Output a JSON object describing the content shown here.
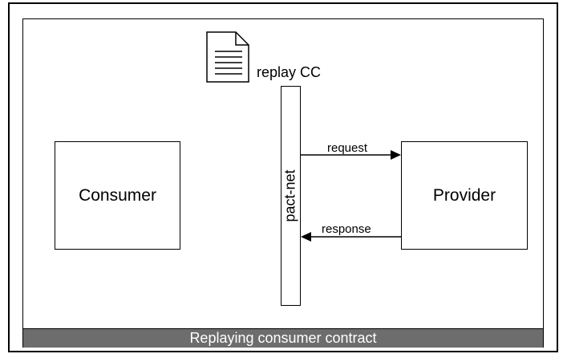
{
  "diagram": {
    "document_label": "replay CC",
    "pact_label": "pact-net",
    "consumer_label": "Consumer",
    "provider_label": "Provider",
    "request_label": "request",
    "response_label": "response",
    "caption": "Replaying consumer contract"
  },
  "icons": {
    "document": "document-icon"
  },
  "colors": {
    "caption_bar": "#6d6d6d",
    "caption_text": "#ffffff",
    "stroke": "#000000"
  }
}
